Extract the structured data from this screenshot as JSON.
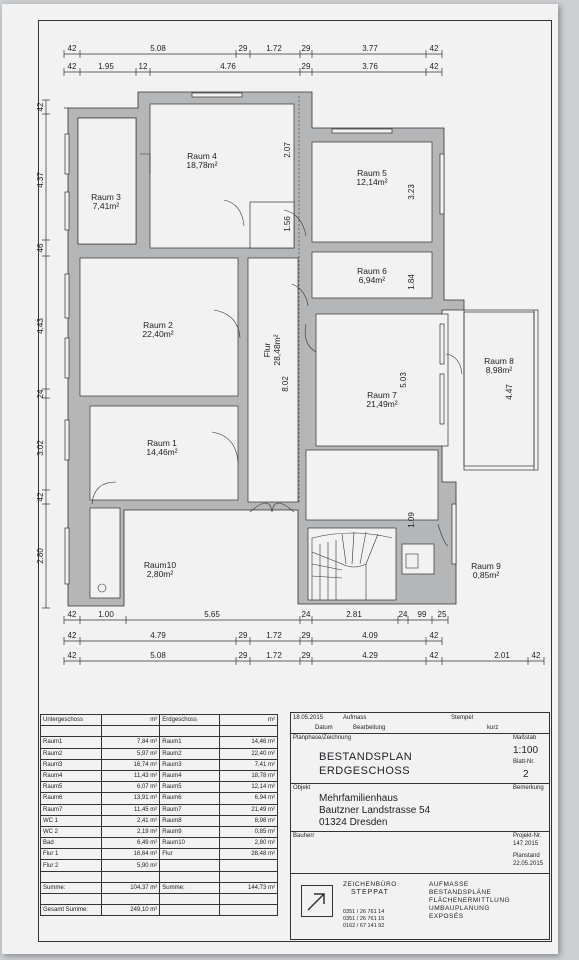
{
  "plan": {
    "rooms": [
      {
        "name": "Raum 3",
        "area": "7,41m²"
      },
      {
        "name": "Raum 4",
        "area": "18,78m²"
      },
      {
        "name": "Raum 5",
        "area": "12,14m²"
      },
      {
        "name": "Raum 6",
        "area": "6,94m²"
      },
      {
        "name": "Raum 2",
        "area": "22,40m²"
      },
      {
        "name": "Flur",
        "area": "28,48m²"
      },
      {
        "name": "Raum 7",
        "area": "21,49m²"
      },
      {
        "name": "Raum 8",
        "area": "8,98m²"
      },
      {
        "name": "Raum 1",
        "area": "14,46m²"
      },
      {
        "name": "Raum10",
        "area": "2,80m²"
      },
      {
        "name": "Raum 9",
        "area": "0,85m²"
      }
    ],
    "dims_top_row1": [
      "42",
      "5.08",
      "29",
      "1.72",
      "29",
      "3.77",
      "42"
    ],
    "dims_top_row2": [
      "42",
      "1.95",
      "12",
      "4.76",
      "29",
      "3.76",
      "42"
    ],
    "dims_bottom_row1": [
      "42",
      "1.00",
      "5.65",
      "24",
      "2.81",
      "24",
      "99",
      "25"
    ],
    "dims_bottom_row2": [
      "42",
      "4.79",
      "29",
      "1.72",
      "29",
      "4.09",
      "42"
    ],
    "dims_bottom_row3": [
      "42",
      "5.08",
      "29",
      "1.72",
      "29",
      "4.29",
      "42",
      "2.01",
      "42"
    ],
    "dims_left": [
      "42",
      "4.37",
      "46",
      "4.43",
      "24",
      "3.02",
      "42",
      "2.80"
    ],
    "dims_inner": [
      "2.07",
      "1.56",
      "3.23",
      "1.84",
      "5.03",
      "8.02",
      "1.09",
      "4.47"
    ]
  },
  "areas_table": {
    "headers": [
      "Untergeschoss",
      "m²",
      "Erdgeschoss",
      "m²"
    ],
    "rows": [
      [
        "Raum1",
        "7,84 m²",
        "Raum1",
        "14,46 m²"
      ],
      [
        "Raum2",
        "5,97 m²",
        "Raum2",
        "22,40 m²"
      ],
      [
        "Raum3",
        "16,74 m²",
        "Raum3",
        "7,41 m²"
      ],
      [
        "Raum4",
        "11,43 m²",
        "Raum4",
        "18,78 m²"
      ],
      [
        "Raum5",
        "6,07 m²",
        "Raum5",
        "12,14 m²"
      ],
      [
        "Raum6",
        "13,91 m²",
        "Raum6",
        "6,94 m²"
      ],
      [
        "Raum7",
        "11,45 m²",
        "Raum7",
        "21,49 m²"
      ],
      [
        "WC 1",
        "2,41 m²",
        "Raum8",
        "8,98 m²"
      ],
      [
        "WC 2",
        "2,19 m²",
        "Raum9",
        "0,85 m²"
      ],
      [
        "Bad",
        "6,49 m²",
        "Raum10",
        "2,80 m²"
      ],
      [
        "Flur 1",
        "16,64 m²",
        "Flur",
        "28,48 m²"
      ],
      [
        "Flur 2",
        "5,90 m²",
        "",
        ""
      ],
      [
        "",
        "",
        "",
        ""
      ],
      [
        "Summe:",
        "104,37 m²",
        "Summe:",
        "144,73 m²"
      ],
      [
        "",
        "",
        "",
        ""
      ],
      [
        "Gesamt Summe:",
        "249,10 m²",
        "",
        ""
      ]
    ]
  },
  "title_block": {
    "date": "18.05.2015",
    "aufmass": "Aufmass",
    "datum": "Datum",
    "bearbeitung": "Bearbeitung",
    "stempel": "Stempel",
    "kurz": "kurz",
    "plan_label": "Planphase/Zeichnung",
    "title1": "BESTANDSPLAN",
    "title2": "ERDGESCHOSS",
    "mst_label": "Maßstab",
    "scale": "1:100",
    "blatt_label": "Blatt-Nr.",
    "sheet": "2",
    "objekt_label": "Objekt",
    "obj1": "Mehrfamilienhaus",
    "obj2": "Bautzner Landstrasse 54",
    "obj3": "01324 Dresden",
    "bemerkung": "Bemerkung",
    "bauherr": "Bauherr",
    "projekt_label": "Projekt-Nr.",
    "projekt": "147 2015",
    "planstand_label": "Planstand",
    "planstand": "22.05.2015",
    "company1": "ZEICHENBÜRO",
    "company2": "STEPPAT",
    "phones": [
      "0351 / 26 761 14",
      "0351 / 26 761 15",
      "0162 / 67 141 92"
    ],
    "services": [
      "AUFMASSE",
      "BESTANDSPLÄNE",
      "FLÄCHENERMITTLUNG",
      "UMBAUPLANUNG",
      "EXPOSÉS"
    ]
  }
}
